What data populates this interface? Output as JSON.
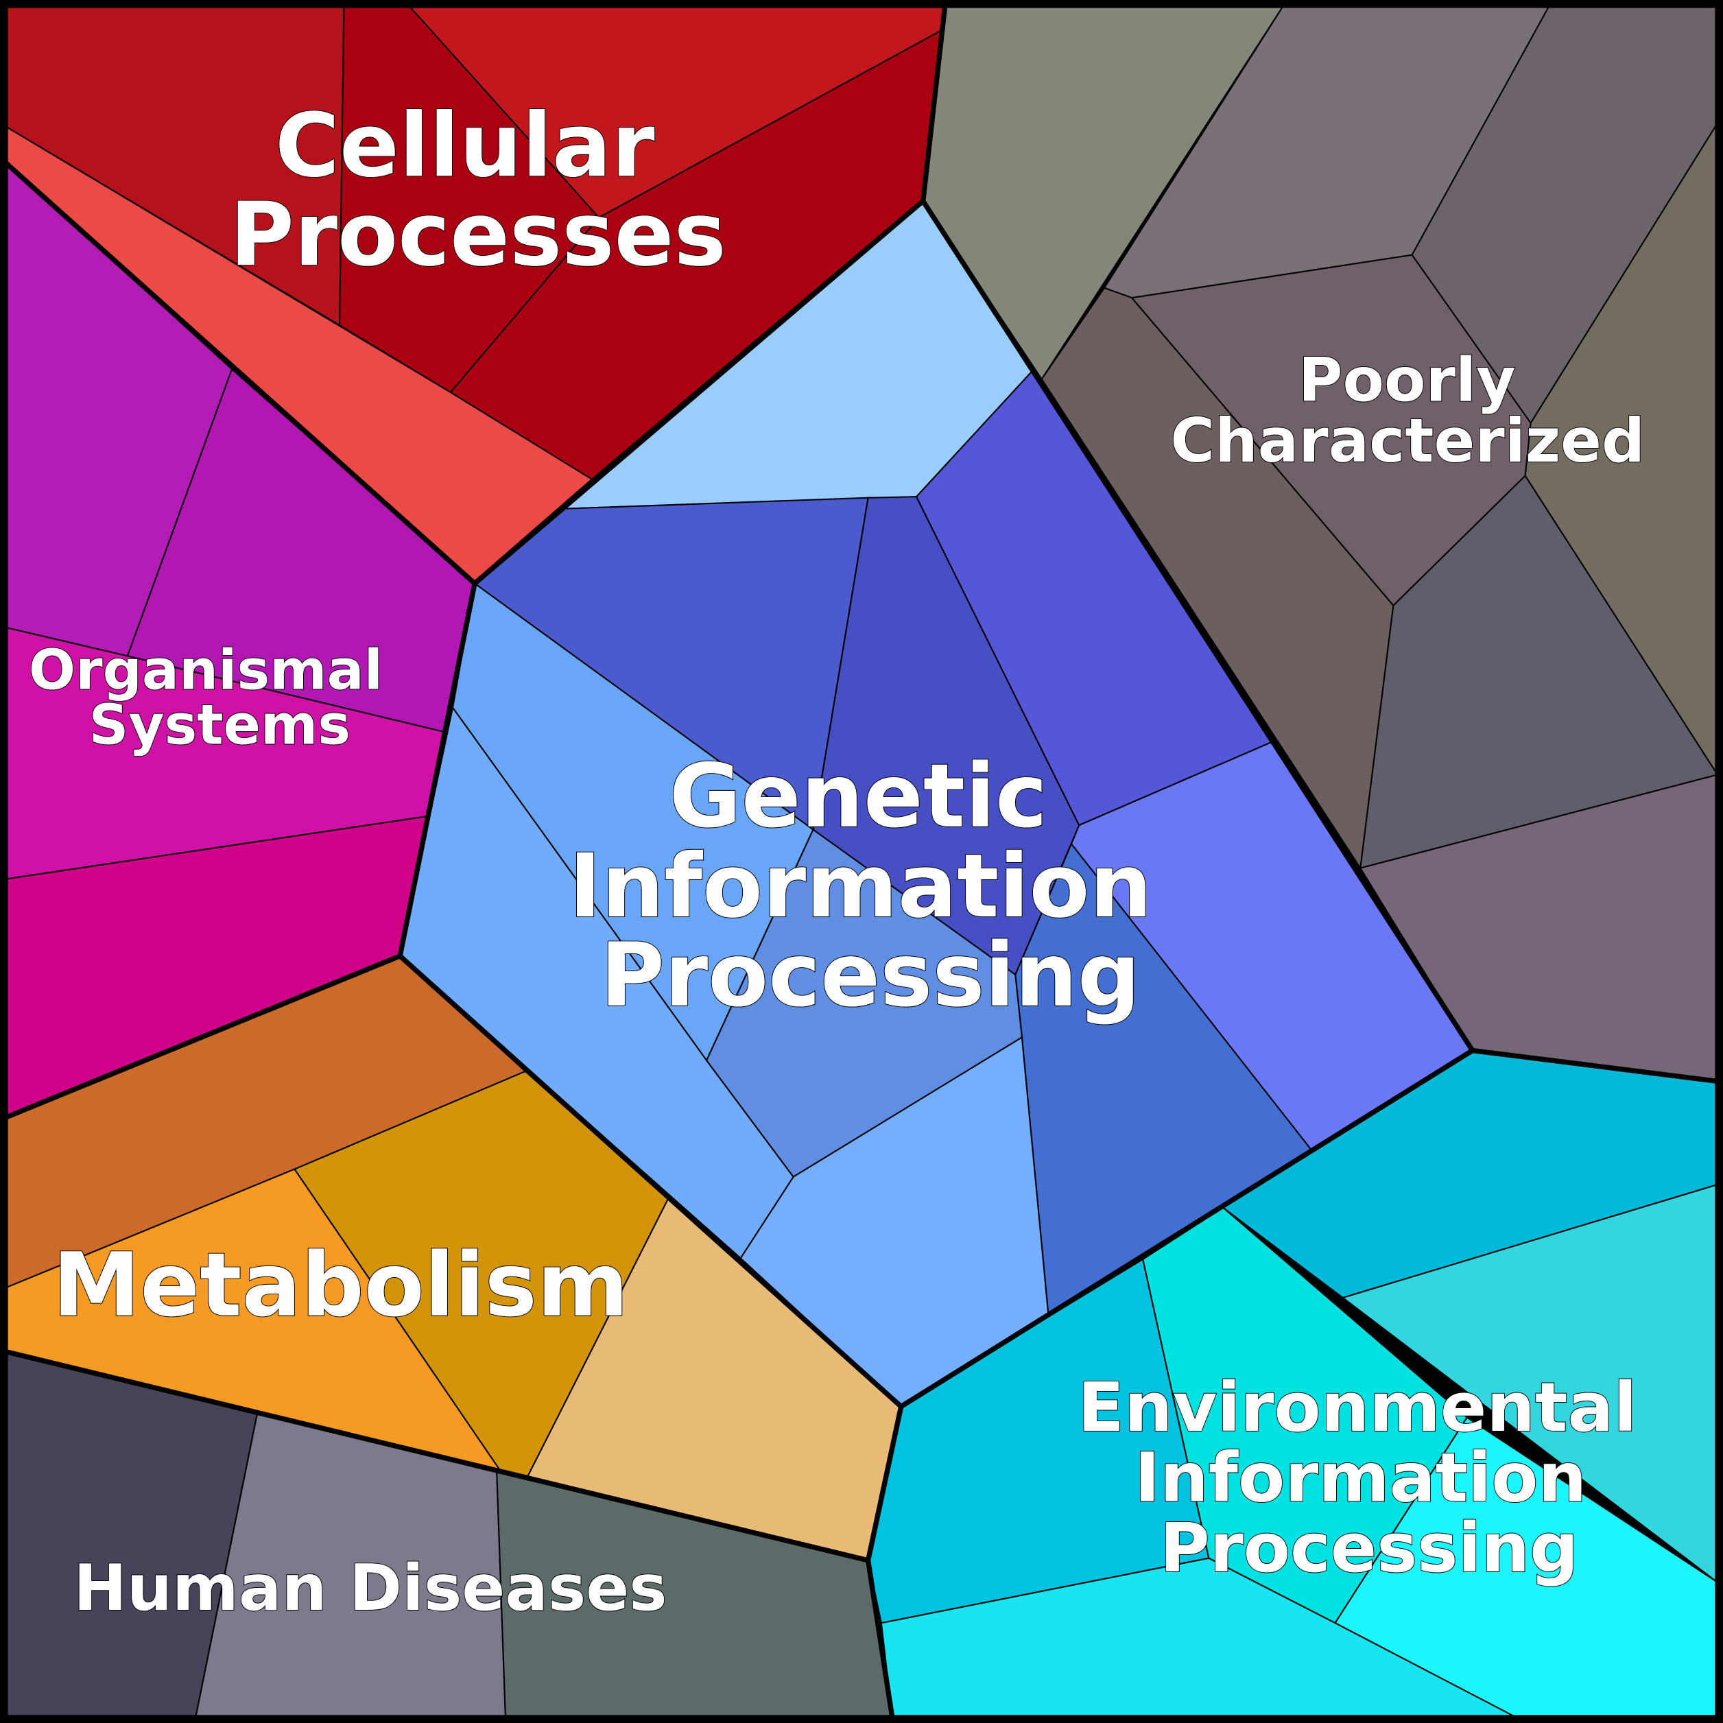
{
  "labels": {
    "cellular": [
      "Cellular",
      "Processes"
    ],
    "organismal": [
      "Organismal",
      "Systems"
    ],
    "genetic": [
      "Genetic",
      "Information",
      "Processing"
    ],
    "metabolism": "Metabolism",
    "human": "Human Diseases",
    "poorly": [
      "Poorly",
      "Characterized"
    ],
    "environmental": [
      "Environmental",
      "Information",
      "Processing"
    ]
  },
  "colors": {
    "cp": [
      "#b5121b",
      "#ab0012",
      "#c2171c",
      "#ab0012",
      "#ec4a46"
    ],
    "os": [
      "#b31cb5",
      "#b317b3",
      "#d011a6",
      "#d1018a"
    ],
    "me": [
      "#cc6b29",
      "#d4940a",
      "#f59a23",
      "#e7bb76"
    ],
    "hd": [
      "#474358",
      "#7c7a8c",
      "#5d6a6a"
    ],
    "env": [
      "#01bad9",
      "#33d6df",
      "#00e2e2",
      "#1cf5fc",
      "#01c2df",
      "#17e6f2"
    ],
    "pc": [
      "#83877a",
      "#7a7077",
      "#6c636b",
      "#6c605e",
      "#6f6069",
      "#736d61",
      "#615e6b",
      "#756777"
    ],
    "gip": [
      "#99cdfd",
      "#4b5acc",
      "#464fc4",
      "#5457d8",
      "#6b78f5",
      "#436fd2",
      "#6aa6f7",
      "#71abfc",
      "#5f8ee2",
      "#74aefc"
    ]
  }
}
